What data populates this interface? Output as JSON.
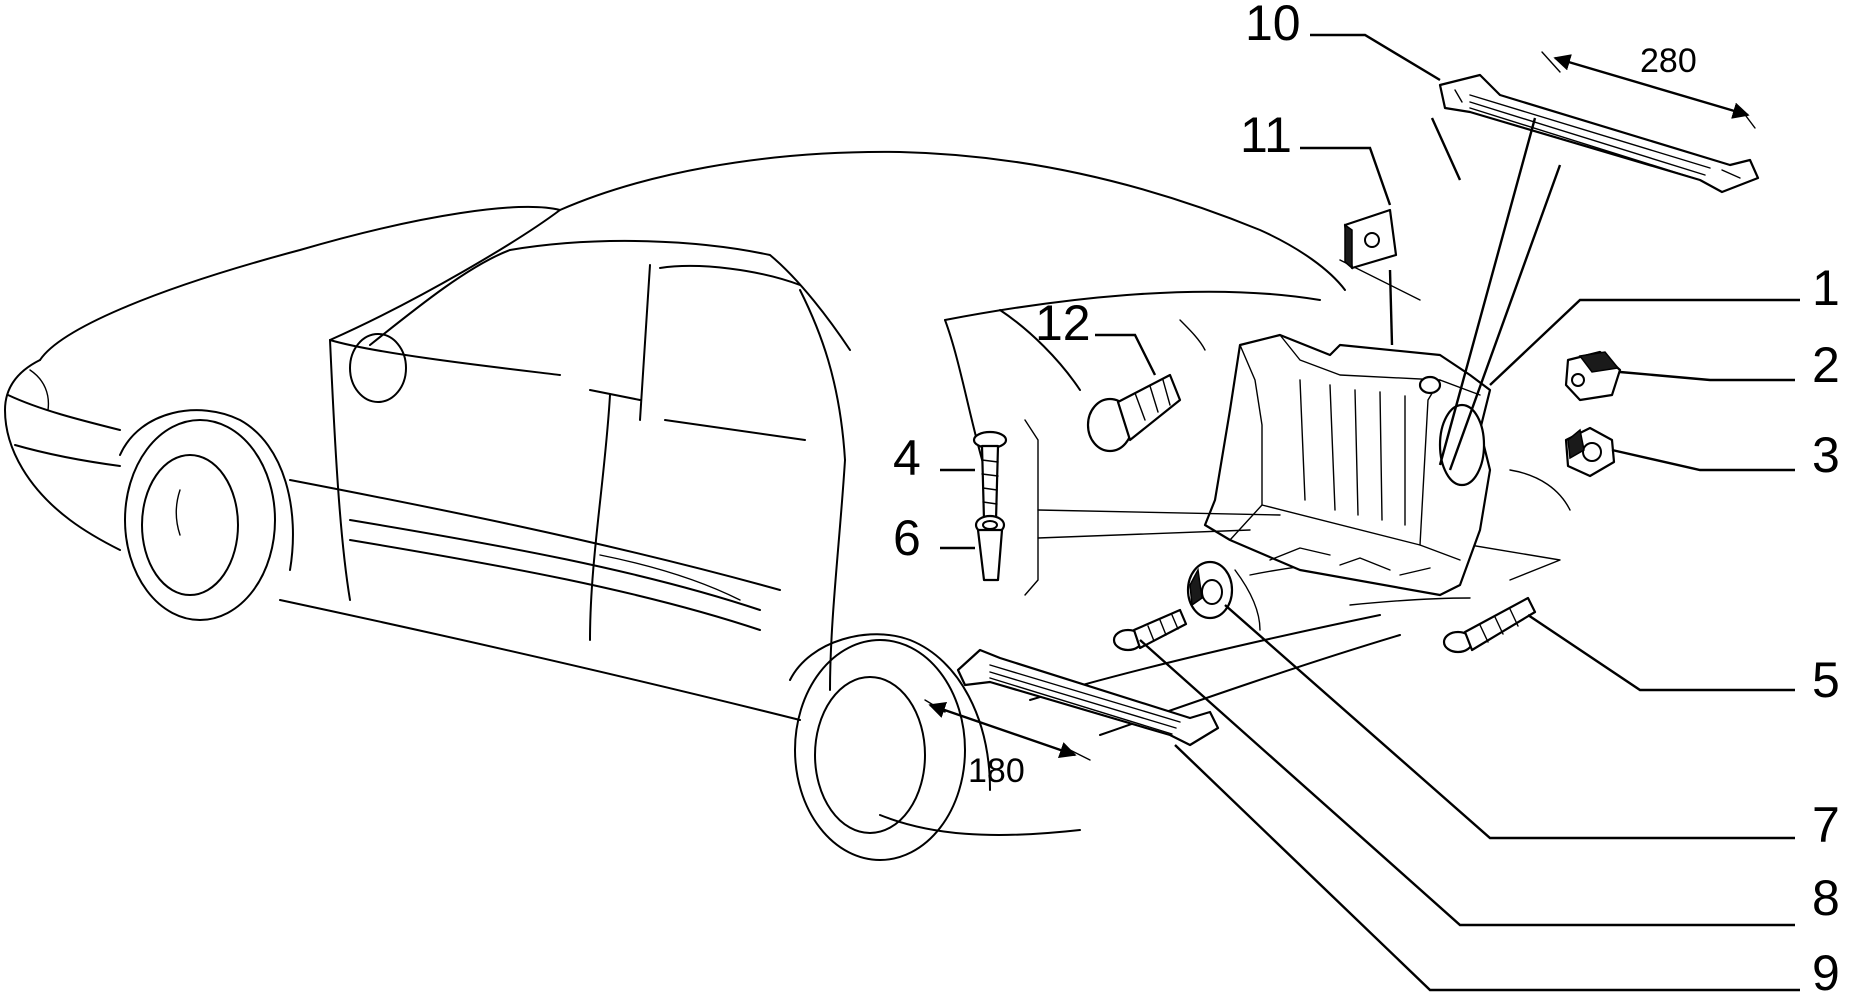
{
  "callouts": {
    "c1": "1",
    "c2": "2",
    "c3": "3",
    "c4": "4",
    "c5": "5",
    "c6": "6",
    "c7": "7",
    "c8": "8",
    "c9": "9",
    "c10": "10",
    "c11": "11",
    "c12": "12"
  },
  "dimensions": {
    "strap_long": "280",
    "strap_short": "180"
  }
}
